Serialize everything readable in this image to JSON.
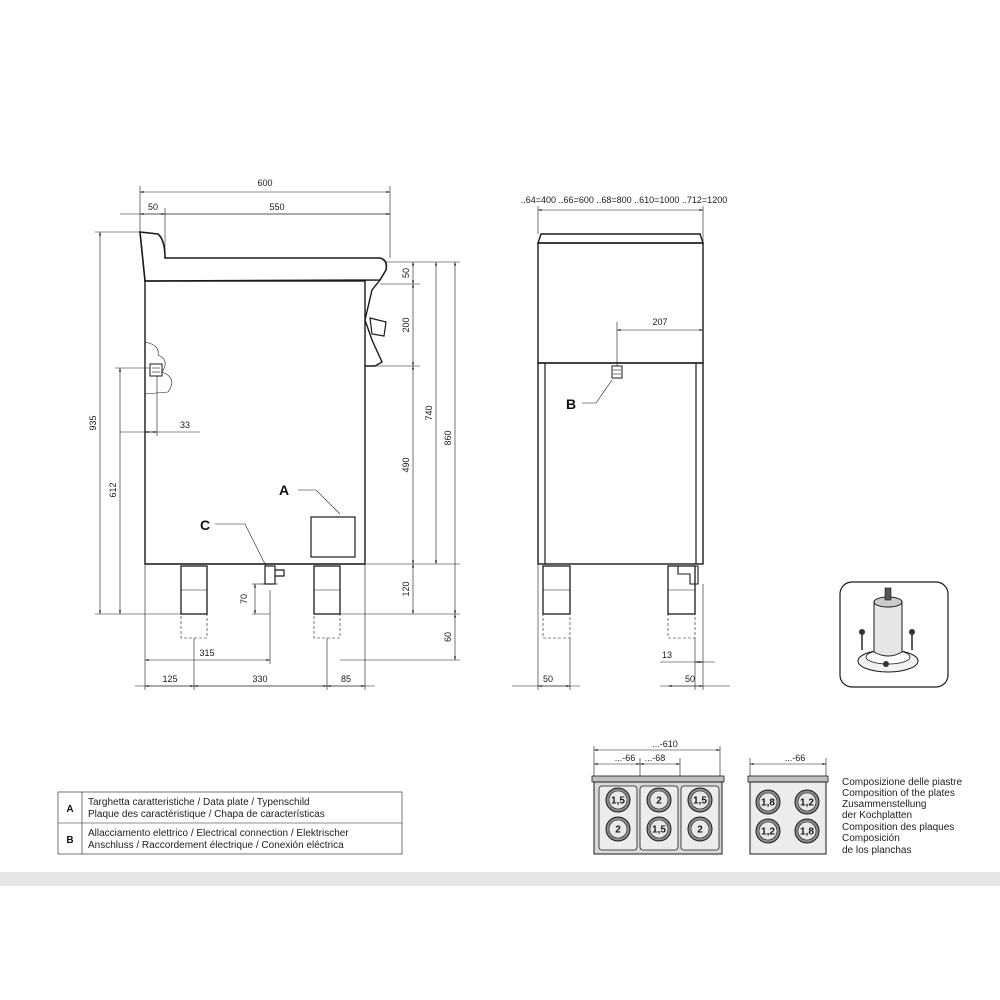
{
  "side_view": {
    "dims": {
      "width_total": "600",
      "back_offset": "50",
      "top_depth": "550",
      "height_total": "935",
      "connection_height": "612",
      "connection_offset": "33",
      "panel_50": "50",
      "panel_200": "200",
      "height_740": "740",
      "height_860": "860",
      "cabinet_490": "490",
      "feet_120": "120",
      "feet_60": "60",
      "drain_70": "70",
      "drain_315": "315",
      "foot_125": "125",
      "foot_330": "330",
      "foot_85": "85"
    },
    "callouts": {
      "a": "A",
      "c": "C"
    }
  },
  "front_view": {
    "widths_header": "..64=400 ..66=600 ..68=800 ..610=1000 ..712=1200",
    "dims": {
      "conn_207": "207",
      "leg_50_left": "50",
      "leg_13": "13",
      "leg_50_right": "50"
    },
    "callouts": {
      "b": "B"
    }
  },
  "legend": {
    "rows": [
      {
        "key": "A",
        "line1": "Targhetta caratteristiche / Data plate / Typenschild",
        "line2": "Plaque des caractéristique / Chapa de características"
      },
      {
        "key": "B",
        "line1": "Allacciamento elettrico / Electrical connection / Elektrischer",
        "line2": "Anschluss / Raccordement électrique / Conexión eléctrica"
      }
    ]
  },
  "plates": {
    "big": {
      "dim_top": "...-610",
      "dim_sub_left": "...-66",
      "dim_sub_right": "...-68",
      "plates": [
        "1,5",
        "2",
        "1,5",
        "2",
        "1,5",
        "2"
      ]
    },
    "small": {
      "dim_top": "...-66",
      "plates": [
        "1,8",
        "1,2",
        "1,2",
        "1,8"
      ]
    },
    "caption": [
      "Composizione delle piastre",
      "Composition of the plates",
      "Zusammenstellung",
      "der Kochplatten",
      "Composition des plaques",
      "Composición",
      "de los planchas"
    ]
  },
  "colors": {
    "line": "#1a1a1a",
    "hob_surface": "#d9d9d9",
    "plate_fill": "#8c8c8c",
    "plate_ring": "#e8e8e8",
    "band": "#e6e6e6"
  }
}
